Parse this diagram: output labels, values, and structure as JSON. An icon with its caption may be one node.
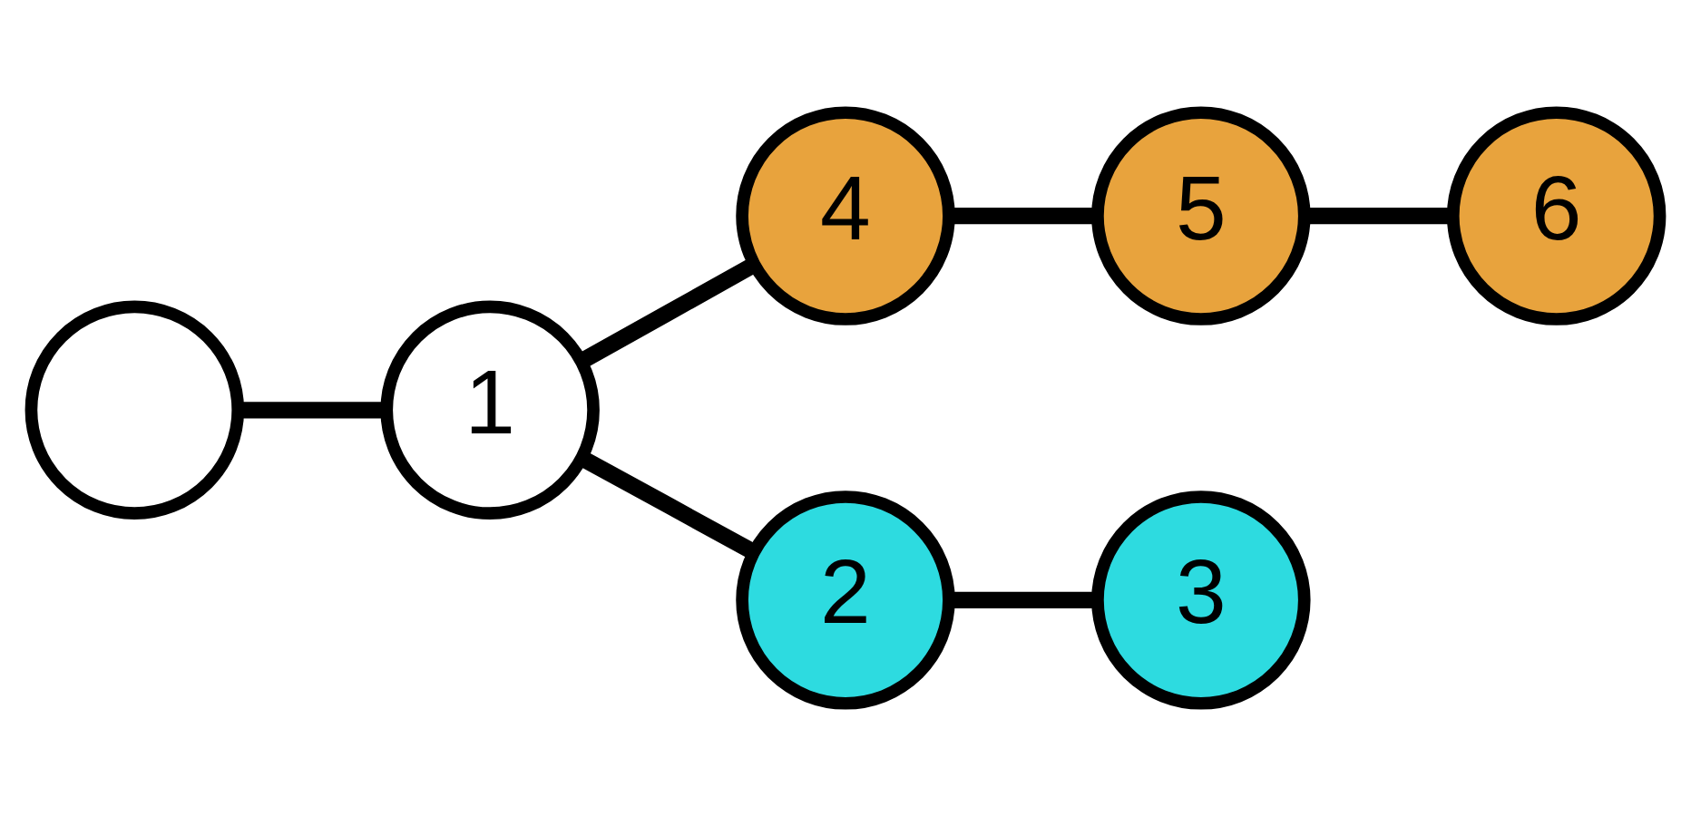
{
  "diagram": {
    "nodes": [
      {
        "text": [
          "4"
        ]
      },
      {
        "text": [
          "5"
        ]
      },
      {
        "text": [
          "6"
        ]
      },
      {
        "text": [],
        "shape": "circle"
      },
      {
        "text": [
          "1"
        ]
      },
      {
        "text": [
          "2"
        ]
      },
      {
        "text": [
          "3"
        ]
      }
    ],
    "edges": [
      {
        "from": 0,
        "to": 1,
        "arrow": "none"
      },
      {
        "from": 1,
        "to": 2,
        "arrow": "none"
      },
      {
        "from": 3,
        "to": 4,
        "arrow": "none"
      },
      {
        "from": 4,
        "to": 5,
        "arrow": "none"
      },
      {
        "from": 5,
        "to": 6,
        "arrow": "none"
      },
      {
        "from": 4,
        "to": 0,
        "arrow": "none"
      }
    ]
  }
}
